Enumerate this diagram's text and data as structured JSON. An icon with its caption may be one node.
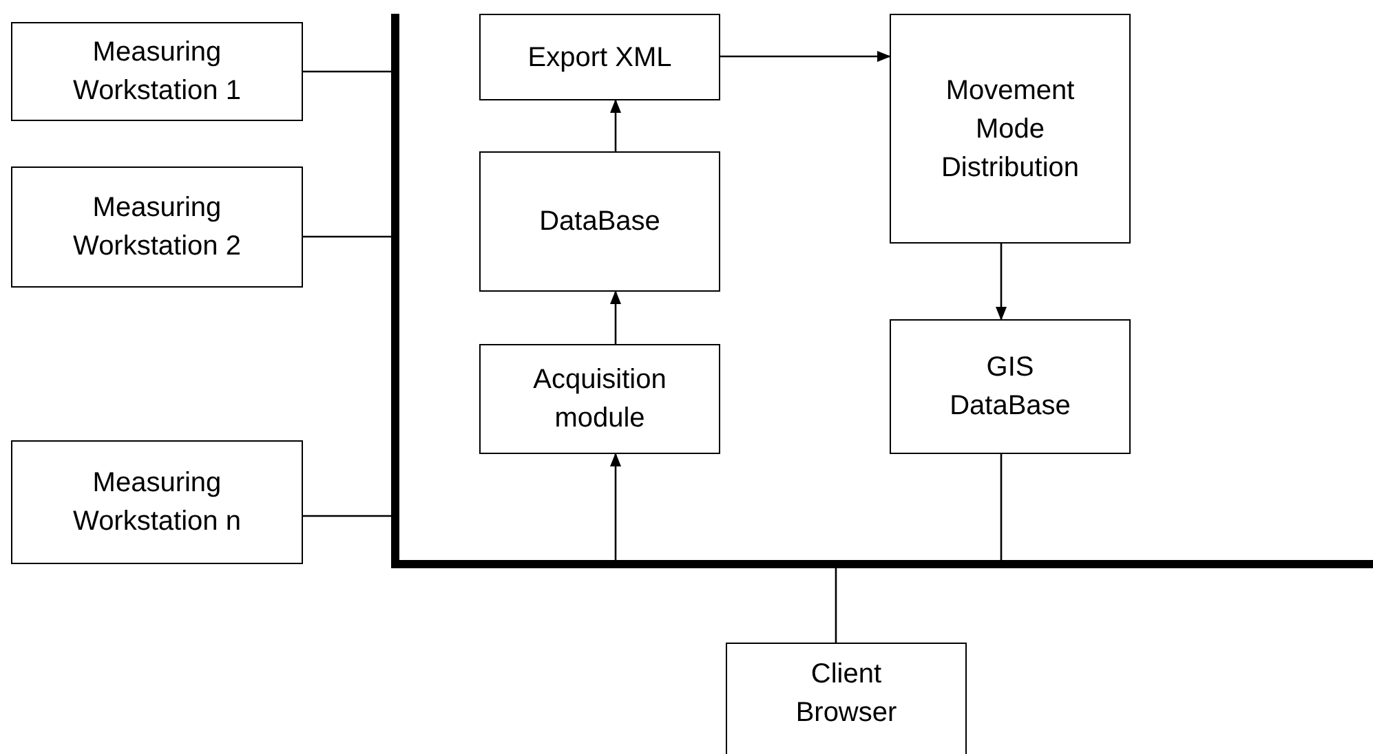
{
  "diagram": {
    "nodes": [
      {
        "text": [
          "Measuring Workstation 1"
        ]
      },
      {
        "text": [
          "Measuring Workstation 2"
        ]
      },
      {
        "text": [
          "Measuring Workstation n"
        ]
      },
      {
        "text": [
          "Export XML"
        ]
      },
      {
        "text": [
          "DataBase"
        ]
      },
      {
        "text": [
          "Acquisition module"
        ]
      },
      {
        "text": [
          "Movement Mode Distribution"
        ]
      },
      {
        "text": [
          "GIS DataBase"
        ]
      },
      {
        "text": [
          "Client Browser"
        ]
      },
      {
        "text": [],
        "shape": "bar"
      },
      {
        "text": [],
        "shape": "bar"
      }
    ],
    "edges": [
      {
        "from": 0,
        "to": 9,
        "arrow": "none"
      },
      {
        "from": 1,
        "to": 9,
        "arrow": "none"
      },
      {
        "from": 2,
        "to": 9,
        "arrow": "none"
      },
      {
        "from": 10,
        "to": 5,
        "arrow": "to"
      },
      {
        "from": 5,
        "to": 4,
        "arrow": "to"
      },
      {
        "from": 4,
        "to": 3,
        "arrow": "to"
      },
      {
        "from": 3,
        "to": 6,
        "arrow": "to"
      },
      {
        "from": 6,
        "to": 7,
        "arrow": "to"
      },
      {
        "from": 7,
        "to": 10,
        "arrow": "none"
      },
      {
        "from": 10,
        "to": 8,
        "arrow": "none"
      }
    ]
  }
}
